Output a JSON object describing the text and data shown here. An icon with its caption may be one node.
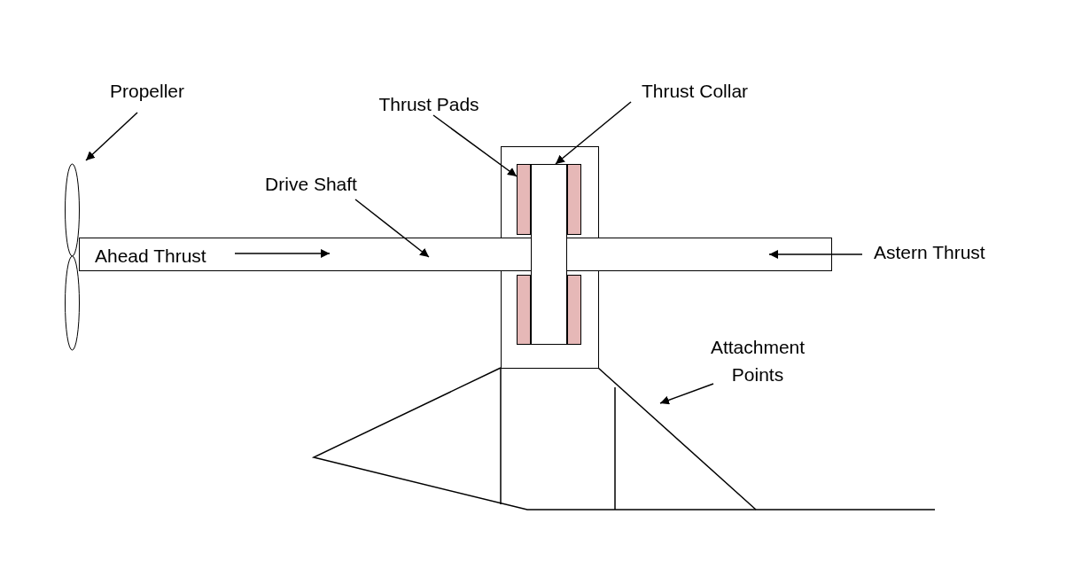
{
  "diagram": {
    "nodes": [
      {
        "text": [
          "Propeller"
        ]
      },
      {
        "text": [],
        "shape": "propeller"
      },
      {
        "text": [
          "Thrust Pads"
        ]
      },
      {
        "text": [],
        "shape": "box"
      },
      {
        "text": [
          "Thrust Collar"
        ]
      },
      {
        "text": [],
        "shape": "box"
      },
      {
        "text": [
          "Drive Shaft"
        ]
      },
      {
        "text": [],
        "shape": "bar"
      },
      {
        "text": [
          "Attachment Points"
        ]
      },
      {
        "text": [],
        "shape": "box"
      },
      {
        "text": [],
        "shape": "box"
      },
      {
        "text": [],
        "shape": "box"
      }
    ],
    "edges": [
      {
        "from": 0,
        "to": 1,
        "arrow": "to"
      },
      {
        "from": 2,
        "to": 3,
        "arrow": "to"
      },
      {
        "from": 4,
        "to": 5,
        "arrow": "to"
      },
      {
        "from": 6,
        "to": 7,
        "arrow": "to"
      },
      {
        "from": 8,
        "to": null,
        "arrow": "to"
      }
    ],
    "labels": [
      "Ahead Thrust",
      "Astern Thrust"
    ]
  }
}
